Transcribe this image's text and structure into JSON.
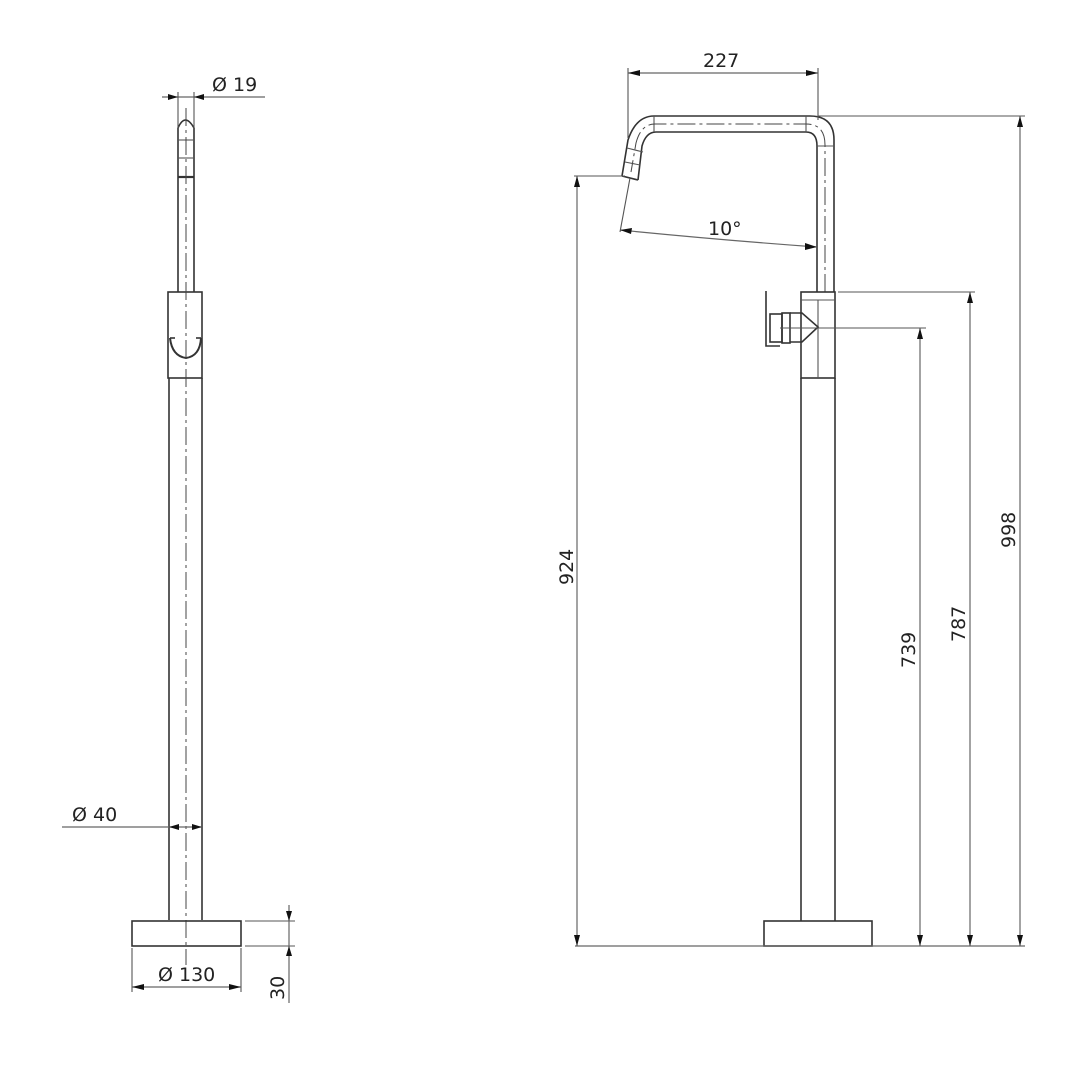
{
  "drawing": {
    "title": "Freestanding bath mixer - technical drawing",
    "units": "mm",
    "line_color": "#333333",
    "background": "#ffffff"
  },
  "side_view": {
    "dimensions": {
      "spout_diameter": "Ø 19",
      "body_diameter": "Ø 40",
      "base_diameter": "Ø 130",
      "base_height": "30"
    }
  },
  "front_view": {
    "dimensions": {
      "spout_reach": "227",
      "spout_angle": "10°",
      "outlet_height": "924",
      "lever_height": "739",
      "body_top_height": "787",
      "overall_height": "998"
    }
  }
}
